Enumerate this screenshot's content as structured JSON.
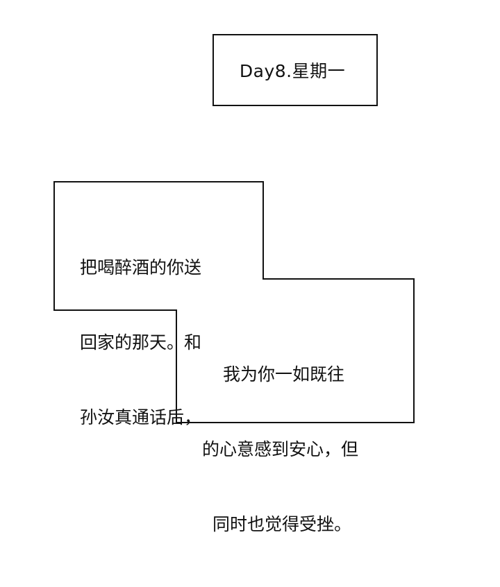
{
  "title_box": {
    "text": "Day8.星期一"
  },
  "narration_1": {
    "lines": [
      "把喝醉酒的你送",
      "回家的那天。和",
      "孙汝真通话后，"
    ]
  },
  "narration_2": {
    "lines": [
      "我为你一如既往",
      "的心意感到安心，但",
      "同时也觉得受挫。"
    ]
  },
  "colors": {
    "ink": "#111111",
    "paper": "#ffffff"
  }
}
